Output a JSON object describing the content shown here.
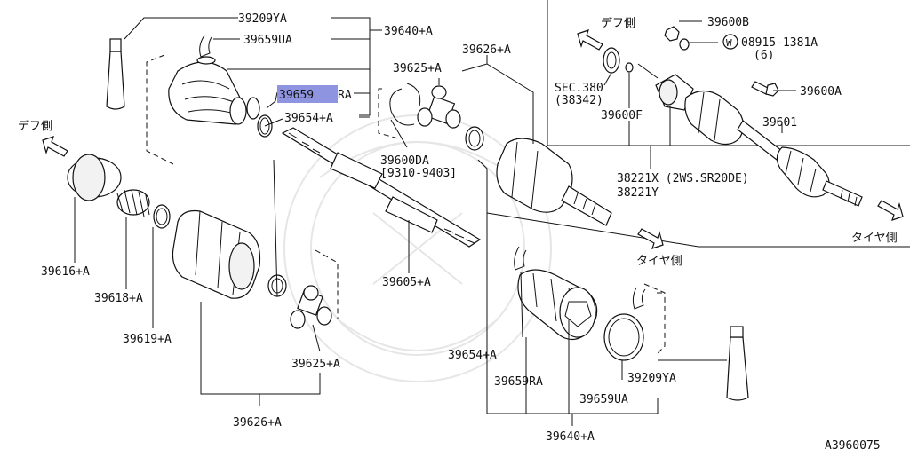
{
  "labels": {
    "p39209YA_top": "39209YA",
    "p39659UA_top": "39659UA",
    "p39640A_top": "39640+A",
    "p39659RA_sel": "39659",
    "p39659RA_tail": "RA",
    "p39654A_top": "39654+A",
    "p39625A_top": "39625+A",
    "p39626A_top": "39626+A",
    "p39600DA": "39600DA",
    "p39600DA_range": "[9310-9403]",
    "p39605A": "39605+A",
    "p39616A": "39616+A",
    "p39618A": "39618+A",
    "p39619A": "39619+A",
    "p39625A_bot": "39625+A",
    "p39626A_bot": "39626+A",
    "p39654A_bot": "39654+A",
    "p39659RA_bot": "39659RA",
    "p39659UA_bot": "39659UA",
    "p39209YA_bot": "39209YA",
    "p39640A_bot": "39640+A",
    "p39600B": "39600B",
    "washer_mark": "W",
    "p08915": "08915-1381A",
    "p08915_qty": "(6)",
    "p39600A": "39600A",
    "p39600F": "39600F",
    "sec380": "SEC.380",
    "sec380_sub": "(38342)",
    "p39601": "39601",
    "p38221X": "38221X (2WS.SR20DE)",
    "p38221Y": "38221Y",
    "diff_side_left": "デフ側",
    "diff_side_right": "デフ側",
    "tire_side_mid": "タイヤ側",
    "tire_side_right": "タイヤ側",
    "diagram_code": "A3960075"
  }
}
